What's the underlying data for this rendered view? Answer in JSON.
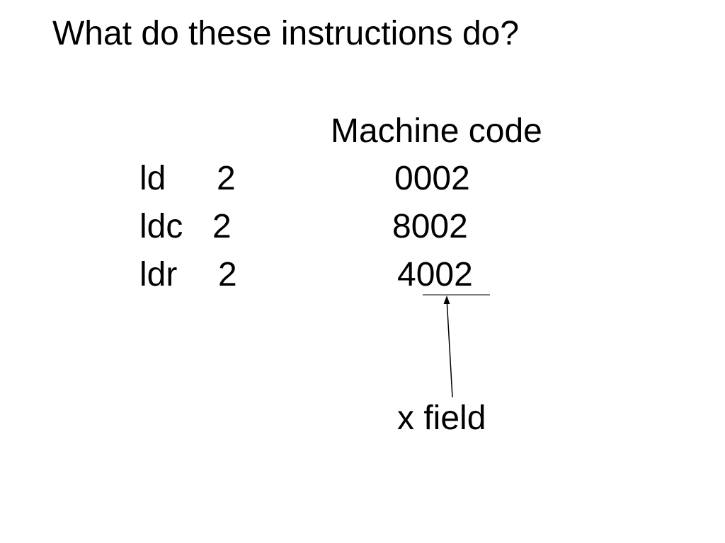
{
  "slide": {
    "title": "What do these instructions do?",
    "column_heading": "Machine code",
    "rows": [
      {
        "mnemonic": "ld",
        "operand": "2",
        "machine_code": "0002"
      },
      {
        "mnemonic": "ldc",
        "operand": "2",
        "machine_code": "8002"
      },
      {
        "mnemonic": "ldr",
        "operand": "2",
        "machine_code": "4002"
      }
    ],
    "annotation": "x field"
  }
}
